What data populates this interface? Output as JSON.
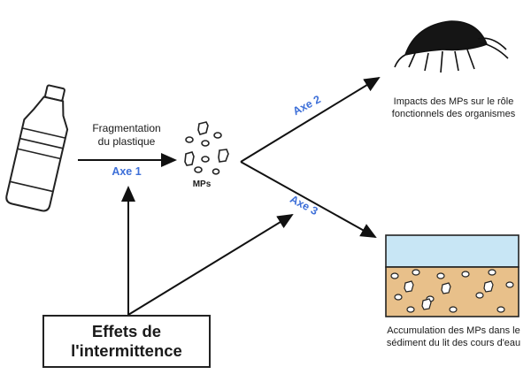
{
  "labels": {
    "fragmentation": "Fragmentation\ndu plastique",
    "mps": "MPs",
    "axe1": "Axe 1",
    "axe2": "Axe 2",
    "axe3": "Axe 3",
    "impacts": "Impacts des MPs sur le rôle fonctionnels des organismes",
    "accumulation": "Accumulation des MPs dans le sédiment du lit des cours d'eau",
    "box": "Effets de l'intermittence"
  },
  "icons": [
    "plastic-bottle-icon",
    "amphipod-icon",
    "microplastics-icon",
    "sediment-icon"
  ],
  "colors": {
    "axis_label": "#3d6fd8",
    "water": "#c8e6f5",
    "sediment": "#e8c08a",
    "line": "#111111"
  }
}
